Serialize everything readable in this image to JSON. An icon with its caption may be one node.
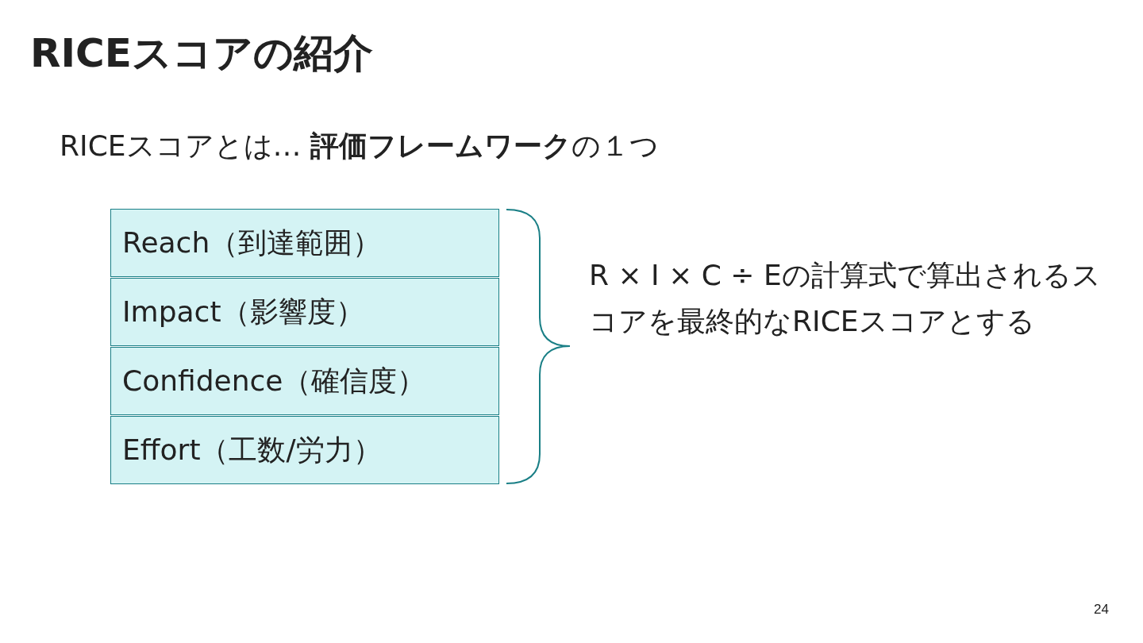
{
  "diagram": {
    "title": "RICEスコアの紹介",
    "nodes": [
      {
        "text": [
          "Reach（到達範囲）"
        ]
      },
      {
        "text": [
          "Impact（影響度）"
        ]
      },
      {
        "text": [
          "Confidence（確信度）"
        ]
      },
      {
        "text": [
          "Effort（工数/労力）"
        ]
      }
    ],
    "labels": [
      "RICEスコアとは… **評価フレームワーク**の１つ",
      "R × I × C ÷ Eの計算式で算出されるスコアを最終的なRICEスコアとする",
      "24"
    ]
  }
}
